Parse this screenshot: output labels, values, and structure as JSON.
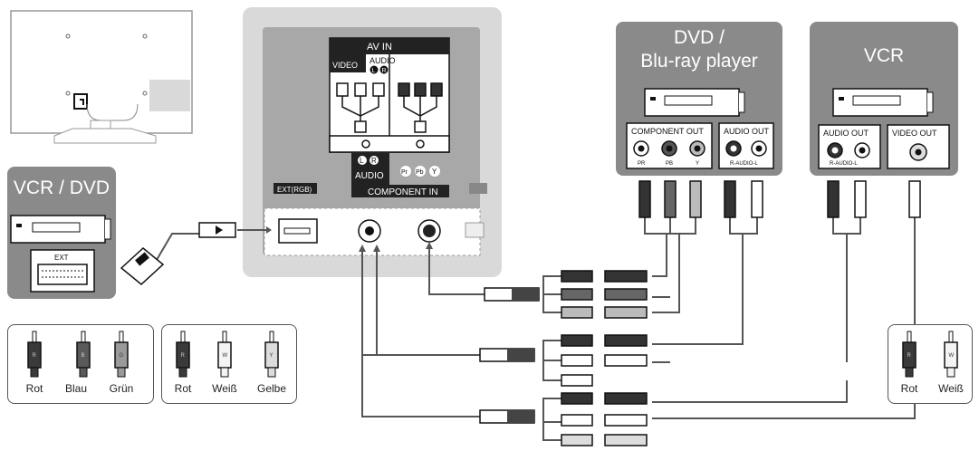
{
  "tv_panel": {
    "av_in_title": "AV IN",
    "video_label": "VIDEO",
    "audio_label": "AUDIO",
    "l_mark": "L",
    "r_mark": "R",
    "audio_label_lower": "AUDIO",
    "component_in_label": "COMPONENT IN",
    "pr_mark": "Pr",
    "pb_mark": "Pb",
    "y_mark": "Y",
    "ext_rgb_label": "EXT(RGB)"
  },
  "devices": {
    "dvd": {
      "title_line1": "DVD /",
      "title_line2": "Blu-ray player",
      "component_out_label": "COMPONENT OUT",
      "pr": "PR",
      "pb": "PB",
      "y": "Y",
      "audio_out_label": "AUDIO OUT",
      "audio_sub": "R-AUDIO-L"
    },
    "vcr": {
      "title": "VCR",
      "audio_out_label": "AUDIO OUT",
      "audio_sub": "R-AUDIO-L",
      "video_out_label": "VIDEO OUT"
    },
    "vcr_dvd": {
      "title": "VCR / DVD",
      "ext_label": "EXT"
    }
  },
  "legends": [
    {
      "plugs": [
        {
          "letter": "R",
          "label": "Rot",
          "color": "#3a3a3a"
        },
        {
          "letter": "B",
          "label": "Blau",
          "color": "#5a5a5a"
        },
        {
          "letter": "G",
          "label": "Grün",
          "color": "#9a9a9a"
        }
      ]
    },
    {
      "plugs": [
        {
          "letter": "R",
          "label": "Rot",
          "color": "#3a3a3a"
        },
        {
          "letter": "W",
          "label": "Weiß",
          "color": "#f4f4f4"
        },
        {
          "letter": "Y",
          "label": "Gelbe",
          "color": "#dcdcdc"
        }
      ]
    },
    {
      "plugs": [
        {
          "letter": "R",
          "label": "Rot",
          "color": "#3a3a3a"
        },
        {
          "letter": "W",
          "label": "Weiß",
          "color": "#f4f4f4"
        }
      ]
    }
  ],
  "colors": {
    "device_box": "#8a8a8a",
    "tv_panel_bg": "#d9d9d9",
    "tv_panel_inner": "#a8a8a8",
    "cable": "#555555"
  }
}
